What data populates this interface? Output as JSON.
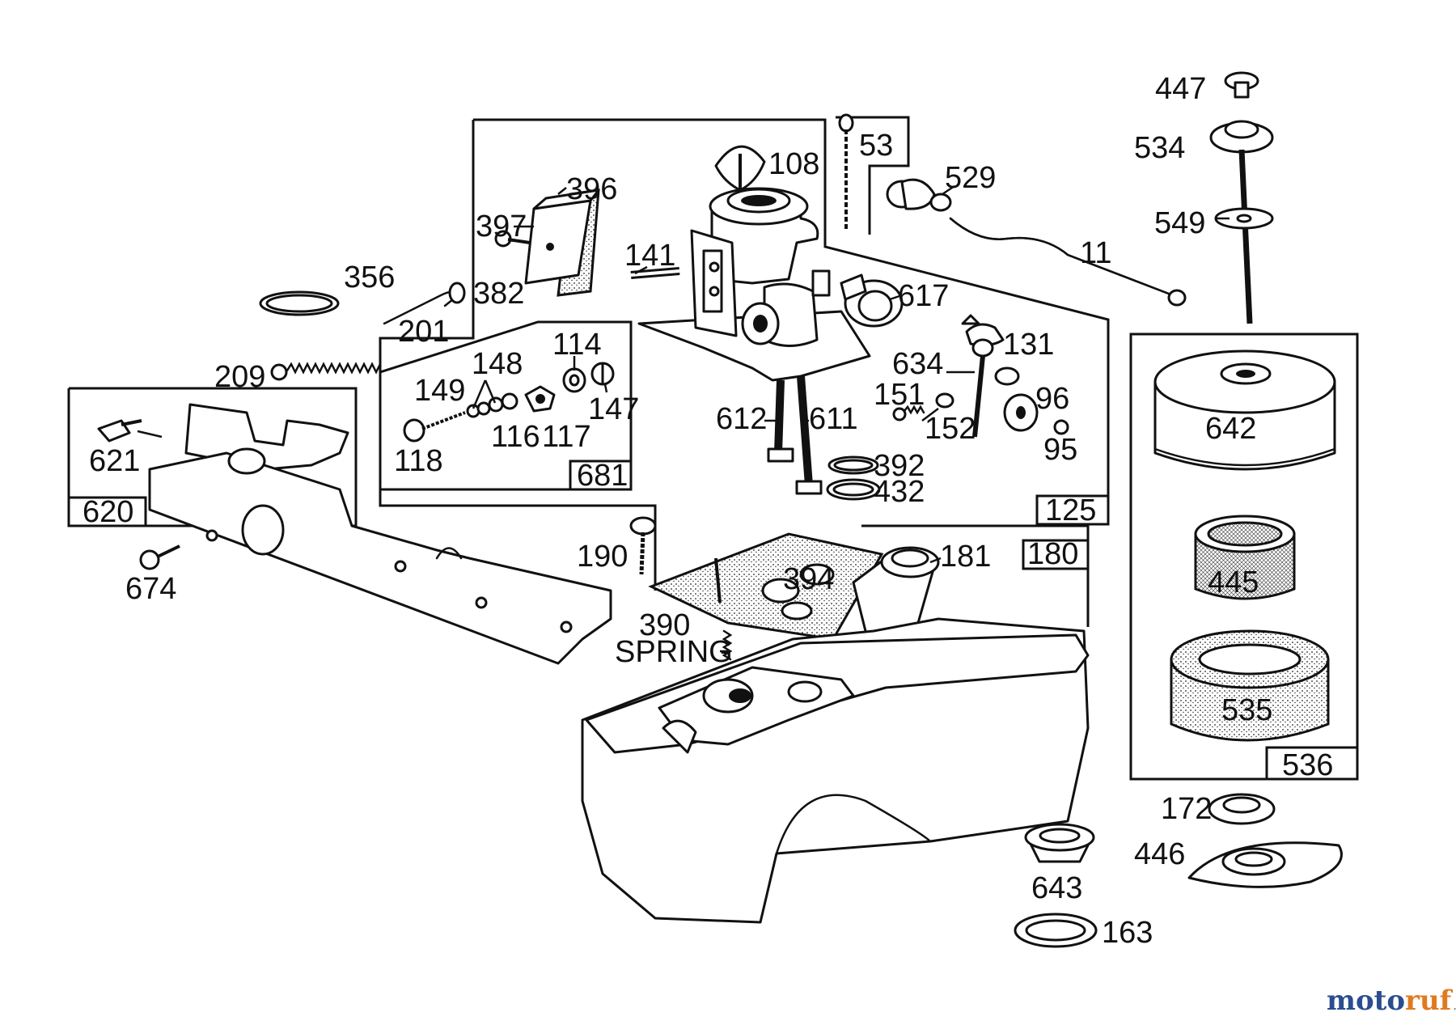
{
  "diagram": {
    "part_labels": {
      "p447": "447",
      "p534": "534",
      "p549": "549",
      "p53": "53",
      "p108": "108",
      "p396": "396",
      "p397": "397",
      "p529": "529",
      "p11": "11",
      "p141": "141",
      "p356": "356",
      "p382": "382",
      "p617": "617",
      "p201": "201",
      "p114": "114",
      "p131": "131",
      "p148": "148",
      "p634": "634",
      "p149": "149",
      "p147": "147",
      "p151": "151",
      "p96": "96",
      "p209": "209",
      "p612": "612",
      "p611": "611",
      "p152": "152",
      "p642": "642",
      "p118": "118",
      "p116": "116",
      "p117": "117",
      "p95": "95",
      "p621": "621",
      "p392": "392",
      "p432": "432",
      "p681": "681",
      "p620": "620",
      "p125": "125",
      "p190": "190",
      "p181": "181",
      "p180": "180",
      "p394": "394",
      "p445": "445",
      "p674": "674",
      "p390": "390",
      "spring": "SPRING",
      "p535": "535",
      "p536": "536",
      "p172": "172",
      "p446": "446",
      "p643": "643",
      "p163": "163"
    }
  },
  "watermark": {
    "brand": "motoruf",
    "suffix": ".de"
  }
}
